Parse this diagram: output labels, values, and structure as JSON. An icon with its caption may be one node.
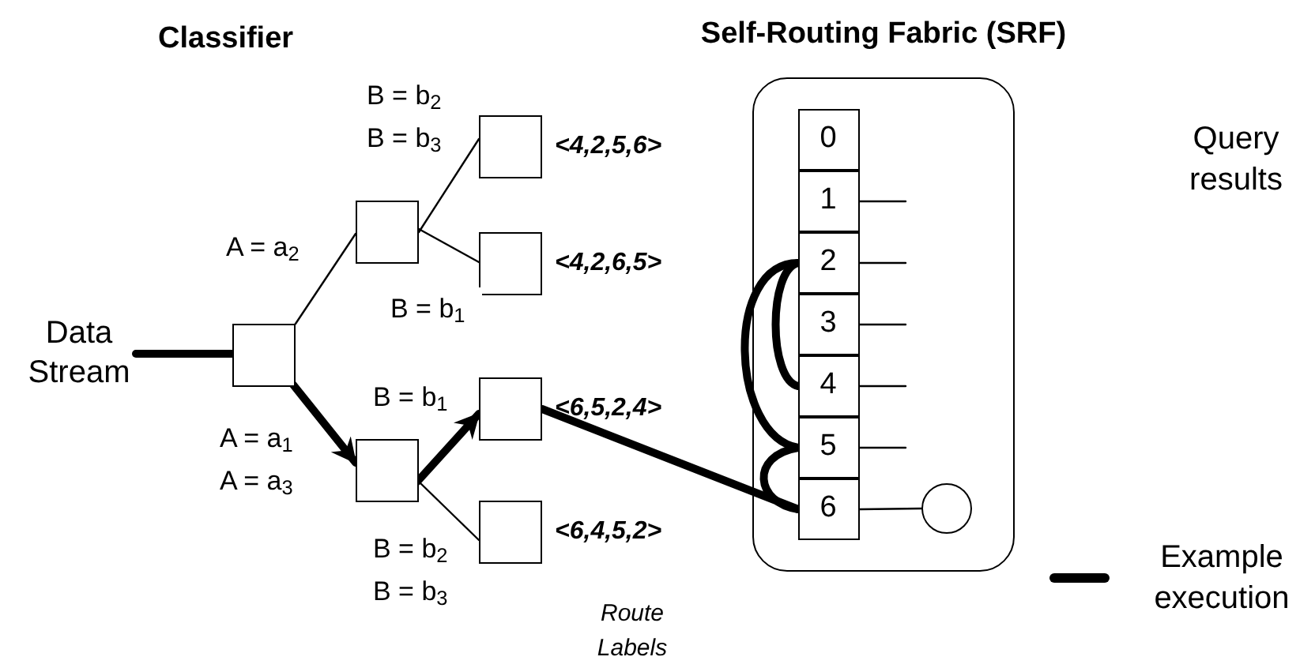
{
  "diagram": {
    "nodes": [
      {
        "text": [
          "Data Stream"
        ]
      },
      {
        "text": [],
        "shape": "box"
      },
      {
        "text": [],
        "shape": "box"
      },
      {
        "text": [],
        "shape": "box"
      },
      {
        "text": [],
        "shape": "box",
        "beside": [
          "<4,2,5,6>"
        ]
      },
      {
        "text": [],
        "shape": "box",
        "beside": [
          "<4,2,6,5>"
        ]
      },
      {
        "text": [],
        "shape": "box",
        "beside": [
          "<6,5,2,4>"
        ]
      },
      {
        "text": [],
        "shape": "box",
        "beside": [
          "<6,4,5,2>"
        ]
      },
      {
        "text": [
          "Self-Routing Fabric (SRF)"
        ]
      },
      {
        "text": [
          "0"
        ],
        "in": 8
      },
      {
        "text": [
          "1"
        ],
        "in": 8
      },
      {
        "text": [
          "2"
        ],
        "in": 8
      },
      {
        "text": [
          "3"
        ],
        "in": 8
      },
      {
        "text": [
          "4"
        ],
        "in": 8
      },
      {
        "text": [
          "5"
        ],
        "in": 8
      },
      {
        "text": [
          "6"
        ],
        "in": 8
      },
      {
        "text": [],
        "shape": "circle",
        "in": 8
      }
    ],
    "edges": [
      {
        "from": 0,
        "to": 1,
        "arrow": "none",
        "style": "thick"
      },
      {
        "from": 1,
        "to": 2,
        "arrow": "none",
        "label": "A = a$_{2}$"
      },
      {
        "from": 1,
        "to": 3,
        "arrow": "to",
        "style": "thick",
        "label": "A = a$_{1}$ A = a$_{3}$"
      },
      {
        "from": 2,
        "to": 4,
        "arrow": "none",
        "label": "B = b$_{2}$ B = b$_{3}$"
      },
      {
        "from": 2,
        "to": 5,
        "arrow": "none",
        "label": "B = b$_{1}$"
      },
      {
        "from": 3,
        "to": 6,
        "arrow": "to",
        "style": "thick",
        "label": "B = b$_{1}$"
      },
      {
        "from": 3,
        "to": 7,
        "arrow": "none",
        "label": "B = b$_{2}$ B = b$_{3}$"
      },
      {
        "from": 6,
        "to": 15,
        "arrow": "none",
        "style": "thick"
      },
      {
        "from": 15,
        "to": 14,
        "arrow": "none",
        "style": "thick"
      },
      {
        "from": 14,
        "to": 11,
        "arrow": "none",
        "style": "thick"
      },
      {
        "from": 11,
        "to": 13,
        "arrow": "none",
        "style": "thick"
      },
      {
        "from": 10,
        "to": null,
        "arrow": "none"
      },
      {
        "from": 11,
        "to": null,
        "arrow": "none"
      },
      {
        "from": 12,
        "to": null,
        "arrow": "none"
      },
      {
        "from": 13,
        "to": null,
        "arrow": "none"
      },
      {
        "from": 14,
        "to": null,
        "arrow": "none"
      },
      {
        "from": 15,
        "to": 16,
        "arrow": "none"
      }
    ],
    "labels": [
      "Classifier",
      "Query results",
      "Route Labels"
    ],
    "legend": [
      {
        "text": "Example execution"
      }
    ]
  }
}
